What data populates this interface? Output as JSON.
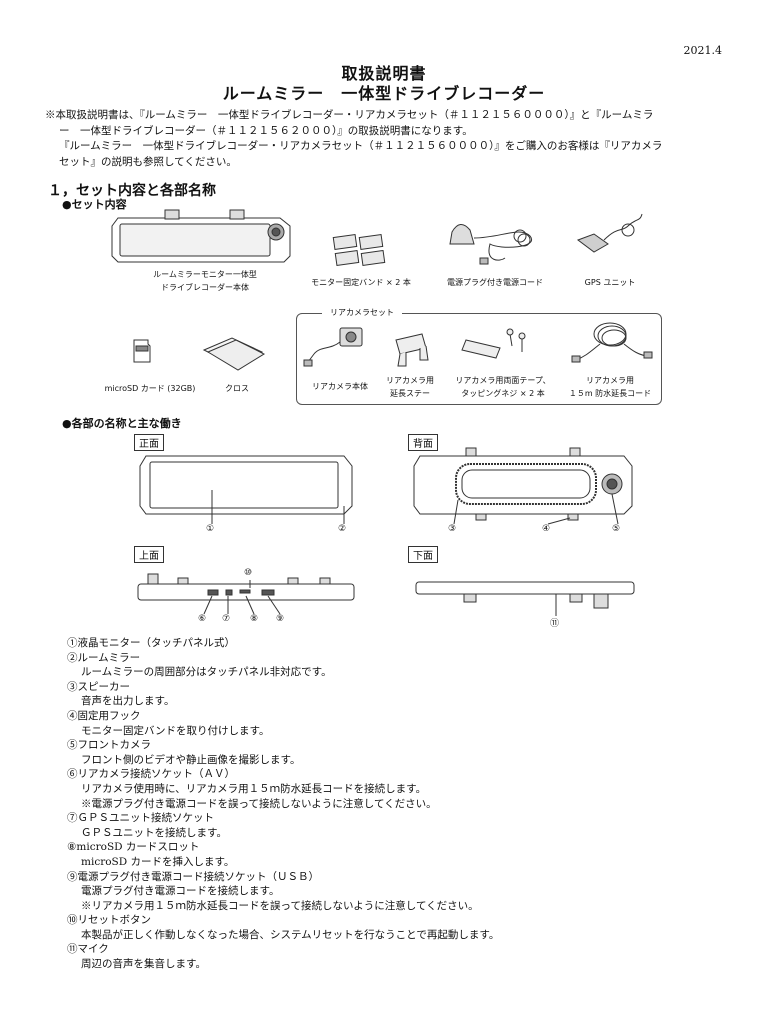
{
  "header": {
    "date": "2021.4",
    "title_line1": "取扱説明書",
    "title_line2": "ルームミラー　一体型ドライブレコーダー"
  },
  "intro": {
    "line1": "※本取扱説明書は、『ルームミラー　一体型ドライブレコーダー・リアカメラセット（＃１１２１５６００００）』と『ルームミラ",
    "line2": "ー　一体型ドライブレコーダー（＃１１２１５６２０００）』の取扱説明書になります。",
    "line3": "『ルームミラー　一体型ドライブレコーダー・リアカメラセット（＃１１２１５６００００）』をご購入のお客様は『リアカメラ",
    "line4": "セット』の説明も参照してください。"
  },
  "section1": {
    "heading": "１，セット内容と各部名称",
    "set_heading": "●セット内容",
    "items": {
      "main_unit_1": "ルームミラーモニター一体型",
      "main_unit_2": "ドライブレコーダー本体",
      "band": "モニター固定バンド × 2 本",
      "power_cord": "電源プラグ付き電源コード",
      "gps": "GPS ユニット",
      "sd": "microSD カード (32GB)",
      "cloth": "クロス"
    },
    "rear_set": {
      "label": "リアカメラセット",
      "camera": "リアカメラ本体",
      "stay_1": "リアカメラ用",
      "stay_2": "延長ステー",
      "tape_1": "リアカメラ用両面テープ、",
      "tape_2": "タッピングネジ × 2 本",
      "cable_1": "リアカメラ用",
      "cable_2": "１５m 防水延長コード"
    },
    "parts_heading": "●各部の名称と主な働き",
    "views": {
      "front": "正面",
      "back": "背面",
      "top": "上面",
      "bottom": "下面"
    },
    "callouts": {
      "n1": "①",
      "n2": "②",
      "n3": "③",
      "n4": "④",
      "n5": "⑤",
      "n6": "⑥",
      "n7": "⑦",
      "n8": "⑧",
      "n9": "⑨",
      "n10": "⑩",
      "n11": "⑪"
    }
  },
  "parts": [
    {
      "title": "①液晶モニター（タッチパネル式）",
      "desc": []
    },
    {
      "title": "②ルームミラー",
      "desc": [
        "ルームミラーの周囲部分はタッチパネル非対応です。"
      ]
    },
    {
      "title": "③スピーカー",
      "desc": [
        "音声を出力します。"
      ]
    },
    {
      "title": "④固定用フック",
      "desc": [
        "モニター固定バンドを取り付けします。"
      ]
    },
    {
      "title": "⑤フロントカメラ",
      "desc": [
        "フロント側のビデオや静止画像を撮影します。"
      ]
    },
    {
      "title": "⑥リアカメラ接続ソケット（ＡＶ）",
      "desc": [
        "リアカメラ使用時に、リアカメラ用１５ｍ防水延長コードを接続します。",
        "※電源プラグ付き電源コードを誤って接続しないように注意してください。"
      ]
    },
    {
      "title": "⑦ＧＰＳユニット接続ソケット",
      "desc": [
        "ＧＰＳユニットを接続します。"
      ]
    },
    {
      "title": "⑧microSD カードスロット",
      "desc": [
        "microSD カードを挿入します。"
      ]
    },
    {
      "title": "⑨電源プラグ付き電源コード接続ソケット（ＵＳＢ）",
      "desc": [
        "電源プラグ付き電源コードを接続します。",
        "※リアカメラ用１５ｍ防水延長コードを誤って接続しないように注意してください。"
      ]
    },
    {
      "title": "⑩リセットボタン",
      "desc": [
        "本製品が正しく作動しなくなった場合、システムリセットを行なうことで再起動します。"
      ]
    },
    {
      "title": "⑪マイク",
      "desc": [
        "周辺の音声を集音します。"
      ]
    }
  ]
}
